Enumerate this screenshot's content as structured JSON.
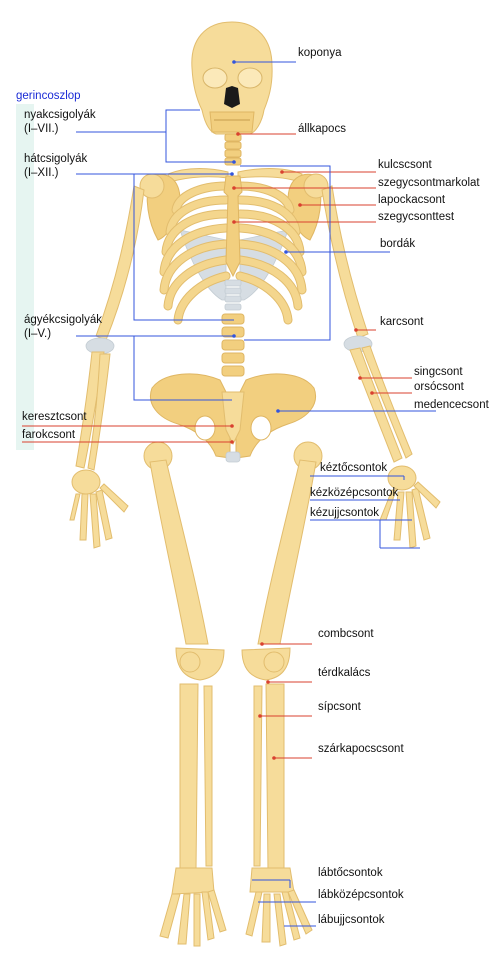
{
  "diagram": {
    "spine_group_label": "gerincoszlop",
    "labels": {
      "koponya": "koponya",
      "allkapocs": "állkapocs",
      "kulcscsont": "kulcscsont",
      "szegycsontmarkolat": "szegycsontmarkolat",
      "lapockacsont": "lapockacsont",
      "szegycsonttest": "szegycsonttest",
      "bordak": "bordák",
      "karcsont": "karcsont",
      "singcsont": "singcsont",
      "orsocsont": "orsócsont",
      "medencecsont": "medencecsont",
      "keztocsontok": "kéztőcsontok",
      "kezkozepcsontok": "kézközépcsontok",
      "kezujjcsontok": "kézujjcsontok",
      "combcsont": "combcsont",
      "terdkalacs": "térdkalács",
      "sipcsont": "sípcsont",
      "szarkapocscsont": "szárkapocscsont",
      "labtocsontok": "lábtőcsontok",
      "labkozepcsontok": "lábközépcsontok",
      "labujjcsontok": "lábujjcsontok",
      "nyakcsigolyak": "nyakcsigolyák\n(I–VII.)",
      "hatcsigolyak": "hátcsigolyák\n(I–XII.)",
      "agyekcsigolyak": "ágyékcsigolyák\n(I–V.)",
      "keresztcsont": "keresztcsont",
      "farokcsont": "farokcsont"
    },
    "colors": {
      "bone": "#f6dc9a",
      "bone_shadow": "#e8c477",
      "bone_highlight": "#fbe9b9",
      "cartilage": "#d4dce2",
      "leader_blue": "#3355dd",
      "leader_red": "#d9412f",
      "spine_band": "#e6f5f1",
      "spine_title": "#1a2bd6"
    }
  }
}
